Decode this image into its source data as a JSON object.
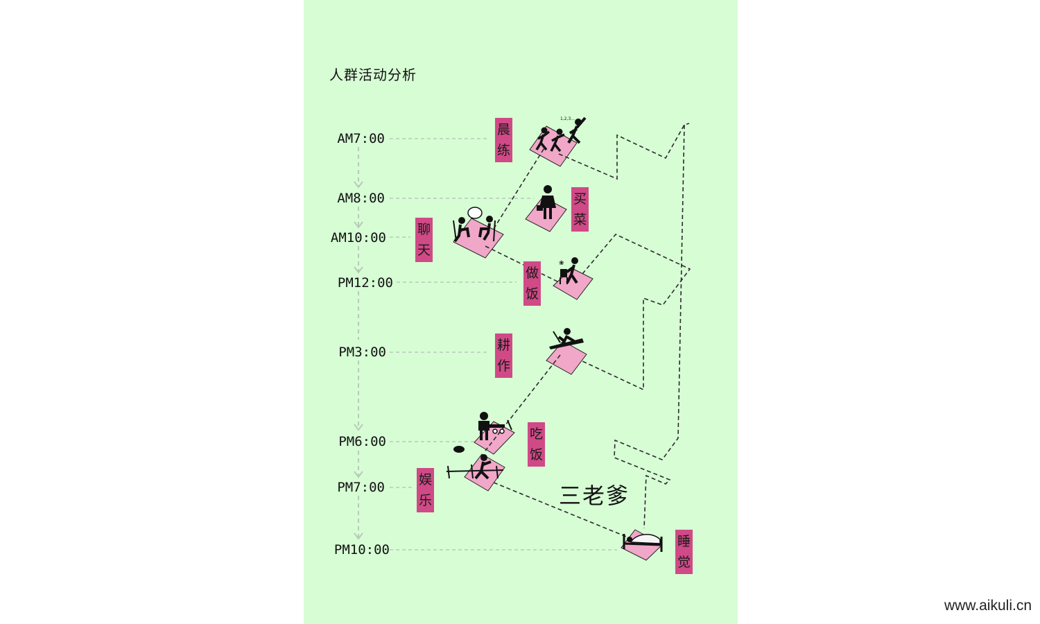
{
  "title": "人群活动分析",
  "person": "三老爹",
  "watermark": "www.aikuli.cn",
  "times": [
    "AM7:00",
    "AM8:00",
    "AM10:00",
    "PM12:00",
    "PM3:00",
    "PM6:00",
    "PM7:00",
    "PM10:00"
  ],
  "activities": [
    {
      "label": "晨练",
      "icon": "morning-exercise-icon"
    },
    {
      "label": "买菜",
      "icon": "grocery-shopping-icon"
    },
    {
      "label": "聊天",
      "icon": "chatting-icon"
    },
    {
      "label": "做饭",
      "icon": "cooking-icon"
    },
    {
      "label": "耕作",
      "icon": "farming-icon"
    },
    {
      "label": "吃饭",
      "icon": "eating-icon"
    },
    {
      "label": "娱乐",
      "icon": "recreation-icon"
    },
    {
      "label": "睡觉",
      "icon": "sleeping-icon"
    }
  ],
  "colors": {
    "background": "#d7fdd5",
    "label": "#cf4a86",
    "tile": "#f0a7c8",
    "guide": "#b9c9b9",
    "path": "#2a2a2a"
  }
}
